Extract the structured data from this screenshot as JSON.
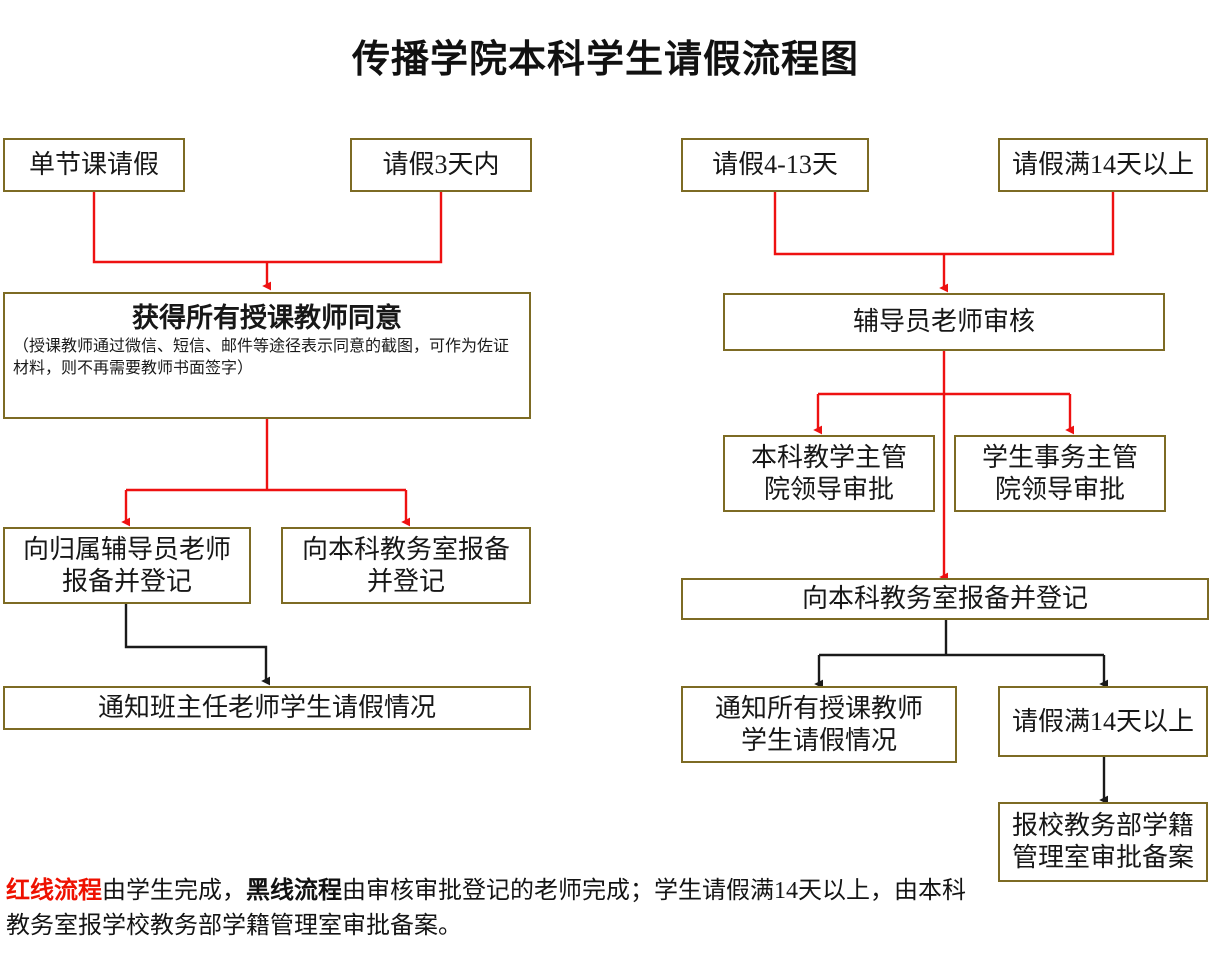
{
  "title": "传播学院本科学生请假流程图",
  "colors": {
    "box_border": "#7d6b24",
    "student_flow_line": "#ee1111",
    "teacher_flow_line": "#1a1a1a",
    "background": "#ffffff",
    "text": "#171717"
  },
  "nodes": {
    "single_class_leave": "单节课请假",
    "leave_within_3_days": "请假3天内",
    "leave_4_to_13_days": "请假4-13天",
    "leave_14_days_or_more_top": "请假满14天以上",
    "all_teachers_consent_headline": "获得所有授课教师同意",
    "all_teachers_consent_note": "（授课教师通过微信、短信、邮件等途径表示同意的截图，可作为佐证材料，则不再需要教师书面签字）",
    "report_to_counselor": "向归属辅导员老师\n报备并登记",
    "report_to_undergrad_office_left": "向本科教务室报备\n并登记",
    "notify_class_advisor": "通知班主任老师学生请假情况",
    "counselor_review": "辅导员老师审核",
    "undergrad_teaching_dean_approval": "本科教学主管\n院领导审批",
    "student_affairs_dean_approval": "学生事务主管\n院领导审批",
    "report_to_undergrad_office_right": "向本科教务室报备并登记",
    "notify_all_teachers": "通知所有授课教师\n学生请假情况",
    "leave_14_days_or_more_bottom": "请假满14天以上",
    "school_registry_approval": "报校教务部学籍\n管理室审批备案"
  },
  "footer": {
    "red_term": "红线流程",
    "part1": "由学生完成，",
    "black_term": "黑线流程",
    "part2": "由审核审批登记的老师完成；学生请假满14天以上，由本科教务室报学校教务部学籍管理室审批备案。"
  }
}
